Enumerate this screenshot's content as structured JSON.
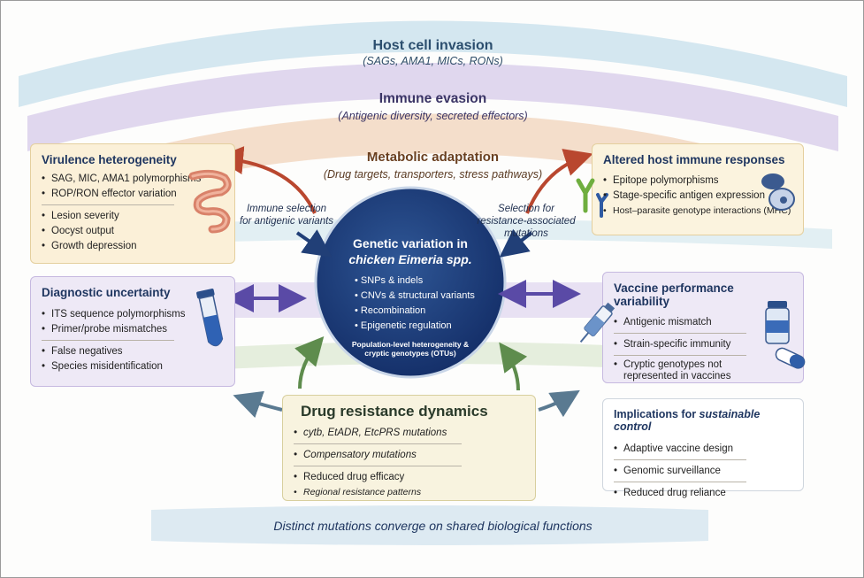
{
  "bands": {
    "host_invasion": {
      "title": "Host cell invasion",
      "subtitle": "(SAGs, AMA1, MICs, RONs)"
    },
    "immune_evasion": {
      "title": "Immune evasion",
      "subtitle": "(Antigenic diversity, secreted effectors)"
    },
    "metabolic": {
      "title": "Metabolic adaptation",
      "subtitle": "(Drug targets, transporters, stress pathways)"
    }
  },
  "center": {
    "title_line1": "Genetic variation in",
    "title_line2_prefix": "chicken ",
    "title_line2_italic": "Eimeria",
    "title_line2_suffix": " spp.",
    "items": [
      "SNPs & indels",
      "CNVs & structural variants",
      "Recombination",
      "Epigenetic regulation"
    ],
    "footer": "Population-level heterogeneity & cryptic genotypes (OTUs)"
  },
  "labels": {
    "immune_selection_1": "Immune selection",
    "immune_selection_2": "for antigenic variants",
    "resistance_selection_1": "Selection for",
    "resistance_selection_2": "resistance-associated",
    "resistance_selection_3": "mutations"
  },
  "virulence": {
    "title": "Virulence heterogeneity",
    "group1": [
      "SAG, MIC, AMA1 polymorphisms",
      "ROP/RON effector variation"
    ],
    "group2": [
      "Lesion severity",
      "Oocyst output",
      "Growth depression"
    ]
  },
  "host_immune": {
    "title": "Altered host immune responses",
    "items": [
      "Epitope polymorphisms",
      "Stage-specific antigen expression",
      "Host–parasite genotype interactions (MHC)"
    ]
  },
  "diagnostic": {
    "title": "Diagnostic uncertainty",
    "group1": [
      "ITS sequence polymorphisms",
      "Primer/probe mismatches"
    ],
    "group2": [
      "False negatives",
      "Species misidentification"
    ]
  },
  "vaccine": {
    "title": "Vaccine performance variability",
    "items": [
      "Antigenic mismatch",
      "Strain-specific immunity",
      "Cryptic genotypes not represented in vaccines"
    ]
  },
  "drug": {
    "title": "Drug resistance dynamics",
    "items": [
      "cytb, EtADR, EtcPRS mutations",
      "Compensatory mutations",
      "Reduced drug efficacy",
      "Regional resistance patterns"
    ]
  },
  "implications": {
    "title_prefix": "Implications for ",
    "title_italic": "sustainable control",
    "items": [
      "Adaptive vaccine design",
      "Genomic surveillance",
      "Reduced drug reliance"
    ]
  },
  "footer": "Distinct mutations converge on shared biological functions",
  "colors": {
    "navy": "#1f3f78",
    "band_blue": "#cfe4ee",
    "band_purple": "#ddd3ec",
    "band_orange": "#f3dcc8",
    "band_green": "#dce8d2",
    "arrow_red": "#b9472f",
    "arrow_purple": "#5a4aa6",
    "arrow_green": "#5e8c4d"
  }
}
